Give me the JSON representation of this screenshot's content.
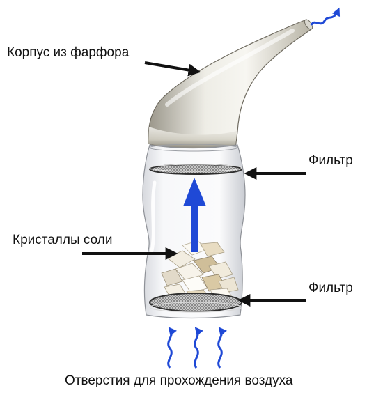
{
  "labels": {
    "body": "Корпус из фарфора",
    "filter_top": "Фильтр",
    "salt": "Кристаллы соли",
    "filter_bottom": "Фильтр",
    "air_holes": "Отверстия для прохождения воздуха"
  },
  "colors": {
    "arrow_black": "#111111",
    "air_blue": "#1f49d6",
    "porcelain": "#ecebe4",
    "porcelain_shadow": "#8a8677",
    "glass": "#f3f4f6",
    "filter_mesh": "#555555"
  }
}
